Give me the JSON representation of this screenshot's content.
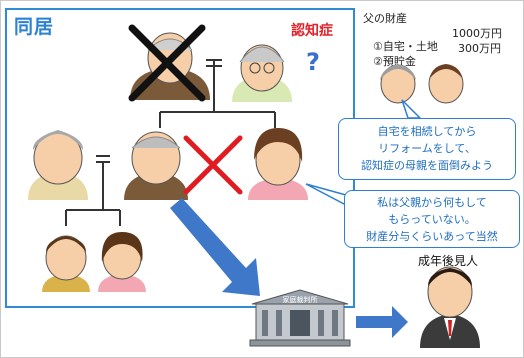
{
  "labels": {
    "household": "同居",
    "dementia": "認知症",
    "guardian": "成年後見人"
  },
  "assets": {
    "title": "父の財産",
    "items": [
      {
        "label": "①自宅・土地",
        "amount": "1000万円"
      },
      {
        "label": "②預貯金",
        "amount": "300万円"
      }
    ]
  },
  "bubbles": {
    "son_wife": [
      "自宅を相続してから",
      "リフォームをして、",
      "認知症の母親を面倒みよう"
    ],
    "daughter": [
      "私は父親から何もして",
      "もらっていない。",
      "財産分与くらいあって当然"
    ]
  },
  "court": {
    "sign": "家庭裁判所"
  },
  "colors": {
    "box_border": "#2e8bd8",
    "household_text": "#2b82d4",
    "dementia_text": "#e2232a",
    "bubble_border": "#2e7fd0",
    "bubble_text": "#1e6ec2",
    "cross_black": "#111111",
    "cross_red": "#e11b22",
    "arrow_blue": "#3f78c8",
    "line_gray": "#333333"
  }
}
